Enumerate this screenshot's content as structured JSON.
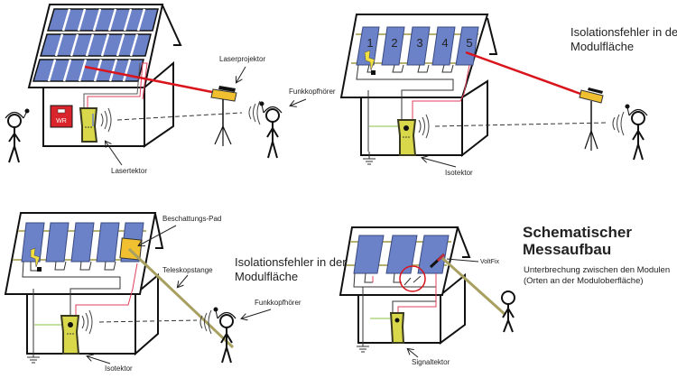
{
  "colors": {
    "panel": "#6b82c8",
    "panel_border": "#1a1a2e",
    "laser": "#d9141c",
    "device": "#d9d84a",
    "device_dark": "#3a3a20",
    "inverter": "#d9242b",
    "pad": "#f0c030",
    "pole": "#a8a060",
    "ground_wire": "#8ac040",
    "dc_wire": "#e0405a"
  },
  "panels": [
    {
      "id": "top-left",
      "labels": {
        "device": "Lasertektor",
        "projector": "Laserprojektor",
        "headphones": "Funkkopfhörer",
        "inverter": "WR"
      }
    },
    {
      "id": "top-right",
      "title_line1": "Isolationsfehler in der",
      "title_line2": "Modulfläche",
      "module_numbers": [
        "1",
        "2",
        "3",
        "4",
        "5"
      ],
      "labels": {
        "device": "Isotektor"
      }
    },
    {
      "id": "bottom-left",
      "title_line1": "Isolationsfehler in der",
      "title_line2": "Modulfläche",
      "labels": {
        "pad": "Beschattungs-Pad",
        "pole": "Teleskopstange",
        "headphones": "Funkkopfhörer",
        "device": "Isotektor"
      }
    },
    {
      "id": "bottom-right",
      "title_line1": "Schematischer",
      "title_line2": "Messaufbau",
      "subtitle_line1": "Unterbrechung  zwischen den Modulen",
      "subtitle_line2": "(Orten an der Moduloberfläche)",
      "labels": {
        "probe": "VoltFix",
        "device": "Signaltektor"
      }
    }
  ]
}
